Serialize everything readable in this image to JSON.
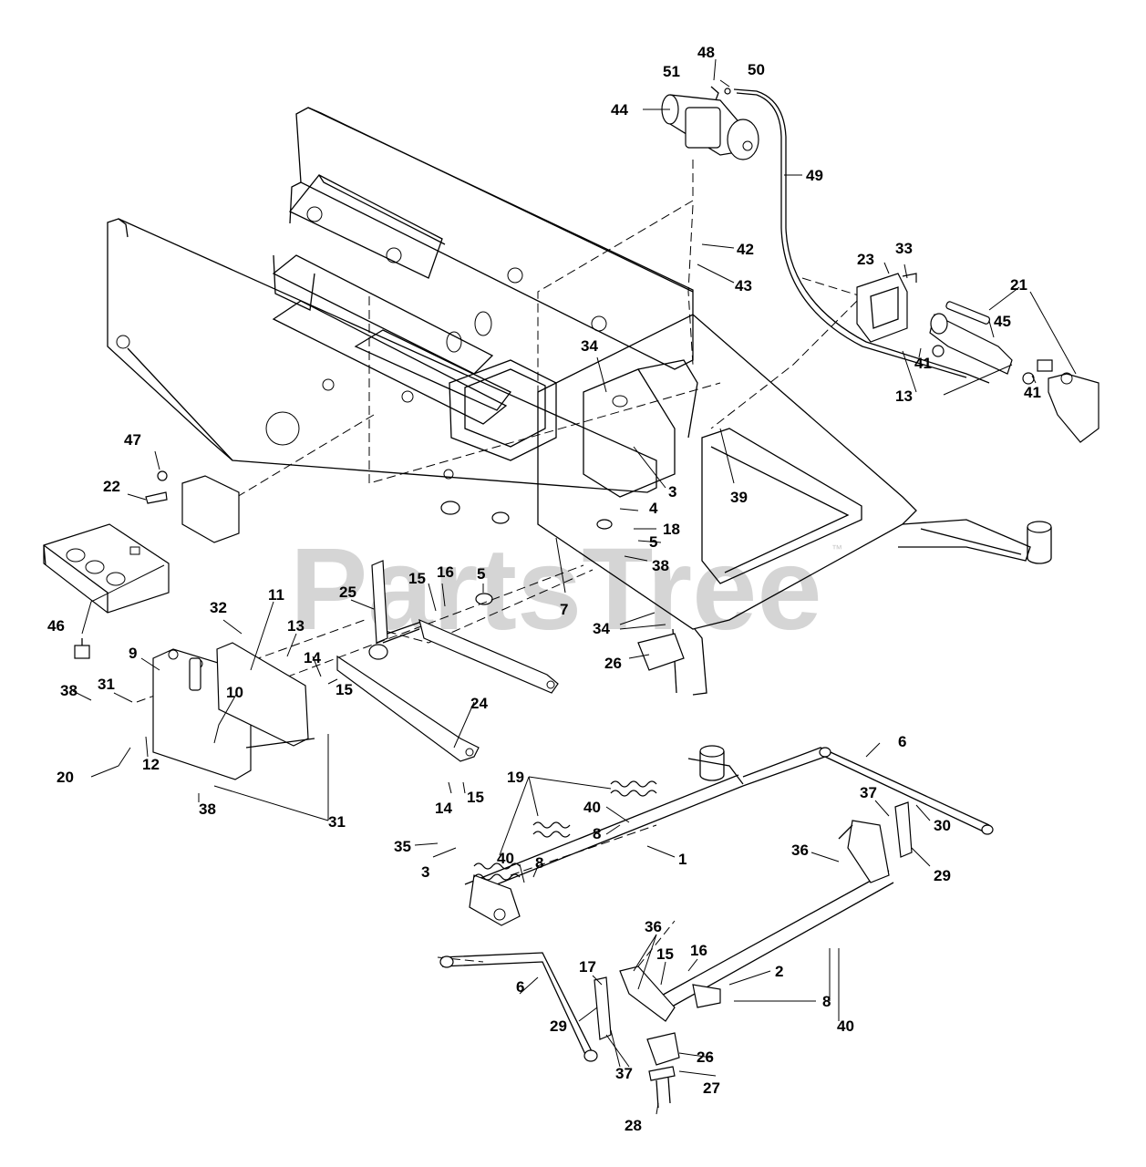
{
  "watermark": {
    "text": "PartsTree",
    "trademark": "™"
  },
  "callouts": [
    {
      "id": "c48",
      "label": "48"
    },
    {
      "id": "c50",
      "label": "50"
    },
    {
      "id": "c51",
      "label": "51"
    },
    {
      "id": "c44",
      "label": "44"
    },
    {
      "id": "c49",
      "label": "49"
    },
    {
      "id": "c42",
      "label": "42"
    },
    {
      "id": "c43",
      "label": "43"
    },
    {
      "id": "c33",
      "label": "33"
    },
    {
      "id": "c23",
      "label": "23"
    },
    {
      "id": "c21",
      "label": "21"
    },
    {
      "id": "c45",
      "label": "45"
    },
    {
      "id": "c41a",
      "label": "41"
    },
    {
      "id": "c41b",
      "label": "41"
    },
    {
      "id": "c13a",
      "label": "13"
    },
    {
      "id": "c34a",
      "label": "34"
    },
    {
      "id": "c3a",
      "label": "3"
    },
    {
      "id": "c39",
      "label": "39"
    },
    {
      "id": "c4",
      "label": "4"
    },
    {
      "id": "c18",
      "label": "18"
    },
    {
      "id": "c5a",
      "label": "5"
    },
    {
      "id": "c38a",
      "label": "38"
    },
    {
      "id": "c5b",
      "label": "5"
    },
    {
      "id": "c7",
      "label": "7"
    },
    {
      "id": "c34b",
      "label": "34"
    },
    {
      "id": "c26a",
      "label": "26"
    },
    {
      "id": "c47",
      "label": "47"
    },
    {
      "id": "c22",
      "label": "22"
    },
    {
      "id": "c46",
      "label": "46"
    },
    {
      "id": "c32",
      "label": "32"
    },
    {
      "id": "c11",
      "label": "11"
    },
    {
      "id": "c25",
      "label": "25"
    },
    {
      "id": "c15a",
      "label": "15"
    },
    {
      "id": "c16a",
      "label": "16"
    },
    {
      "id": "c13b",
      "label": "13"
    },
    {
      "id": "c9",
      "label": "9"
    },
    {
      "id": "c14a",
      "label": "14"
    },
    {
      "id": "c15b",
      "label": "15"
    },
    {
      "id": "c38b",
      "label": "38"
    },
    {
      "id": "c31a",
      "label": "31"
    },
    {
      "id": "c10",
      "label": "10"
    },
    {
      "id": "c24",
      "label": "24"
    },
    {
      "id": "c12",
      "label": "12"
    },
    {
      "id": "c20",
      "label": "20"
    },
    {
      "id": "c38c",
      "label": "38"
    },
    {
      "id": "c31b",
      "label": "31"
    },
    {
      "id": "c6a",
      "label": "6"
    },
    {
      "id": "c19",
      "label": "19"
    },
    {
      "id": "c14b",
      "label": "14"
    },
    {
      "id": "c15c",
      "label": "15"
    },
    {
      "id": "c40a",
      "label": "40"
    },
    {
      "id": "c8a",
      "label": "8"
    },
    {
      "id": "c35",
      "label": "35"
    },
    {
      "id": "c3b",
      "label": "3"
    },
    {
      "id": "c40b",
      "label": "40"
    },
    {
      "id": "c8b",
      "label": "8"
    },
    {
      "id": "c1",
      "label": "1"
    },
    {
      "id": "c37a",
      "label": "37"
    },
    {
      "id": "c30",
      "label": "30"
    },
    {
      "id": "c36a",
      "label": "36"
    },
    {
      "id": "c29a",
      "label": "29"
    },
    {
      "id": "c36b",
      "label": "36"
    },
    {
      "id": "c15d",
      "label": "15"
    },
    {
      "id": "c16b",
      "label": "16"
    },
    {
      "id": "c17",
      "label": "17"
    },
    {
      "id": "c2",
      "label": "2"
    },
    {
      "id": "c6b",
      "label": "6"
    },
    {
      "id": "c29b",
      "label": "29"
    },
    {
      "id": "c8c",
      "label": "8"
    },
    {
      "id": "c40c",
      "label": "40"
    },
    {
      "id": "c26b",
      "label": "26"
    },
    {
      "id": "c37b",
      "label": "37"
    },
    {
      "id": "c27",
      "label": "27"
    },
    {
      "id": "c28",
      "label": "28"
    }
  ]
}
